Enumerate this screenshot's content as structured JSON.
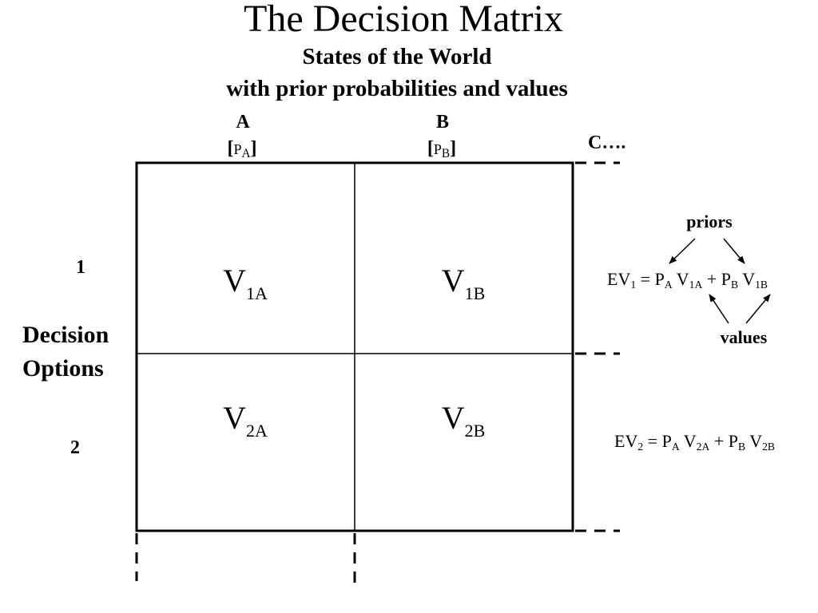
{
  "title": "The Decision Matrix",
  "subtitle_line1": "States of the World",
  "subtitle_line2": "with prior probabilities and values",
  "columns": [
    {
      "letter": "A",
      "prob_symbol": "P",
      "prob_sub": "A"
    },
    {
      "letter": "B",
      "prob_symbol": "P",
      "prob_sub": "B"
    }
  ],
  "bracket_open": "[",
  "bracket_close": "]",
  "more_columns": "C….",
  "rows": [
    {
      "label": "1",
      "cells": [
        {
          "symbol": "V",
          "sub": "1A"
        },
        {
          "symbol": "V",
          "sub": "1B"
        }
      ]
    },
    {
      "label": "2",
      "cells": [
        {
          "symbol": "V",
          "sub": "2A"
        },
        {
          "symbol": "V",
          "sub": "2B"
        }
      ]
    }
  ],
  "row_axis_label": {
    "line1": "Decision",
    "line2": "Options"
  },
  "annotations": {
    "priors_label": "priors",
    "values_label": "values"
  },
  "equations": [
    {
      "lhs": "EV",
      "lhs_sub": "1",
      "equals": " = ",
      "t1_p": "P",
      "t1_p_sub": "A",
      "t1_v": "V",
      "t1_v_sub": "1A",
      "plus": " + ",
      "t2_p": "P",
      "t2_p_sub": "B",
      "t2_v": "V",
      "t2_v_sub": "1B"
    },
    {
      "lhs": "EV",
      "lhs_sub": "2",
      "equals": " = ",
      "t1_p": "P",
      "t1_p_sub": "A",
      "t1_v": "V",
      "t1_v_sub": "2A",
      "plus": " + ",
      "t2_p": "P",
      "t2_p_sub": "B",
      "t2_v": "V",
      "t2_v_sub": "2B"
    }
  ]
}
